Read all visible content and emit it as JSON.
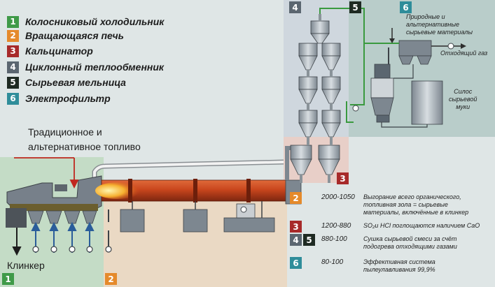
{
  "colors": {
    "green": "#3f9a48",
    "orange": "#e58a2b",
    "red": "#a72a2a",
    "gray": "#5b6670",
    "black": "#1e2a22",
    "teal": "#2f8d9a",
    "kiln": "#c9461d",
    "background": "#dfe6e6"
  },
  "legend": [
    {
      "num": "1",
      "label": "Колосниковый холодильник",
      "color": "#3f9a48"
    },
    {
      "num": "2",
      "label": "Вращающаяся печь",
      "color": "#e58a2b"
    },
    {
      "num": "3",
      "label": "Кальцинатор",
      "color": "#a72a2a"
    },
    {
      "num": "4",
      "label": "Циклонный теплообменник",
      "color": "#5b6670"
    },
    {
      "num": "5",
      "label": "Сырьевая мельница",
      "color": "#1e2a22"
    },
    {
      "num": "6",
      "label": "Электрофильтр",
      "color": "#2f8d9a"
    }
  ],
  "fuel_label_line1": "Традиционное и",
  "fuel_label_line2": "альтернативное топливо",
  "clinker_label": "Клинкер",
  "raw_materials_line1": "Природные и",
  "raw_materials_line2": "альтернативные",
  "raw_materials_line3": "сырьевые материалы",
  "exhaust_label": "Отходящий газ",
  "silo_line1": "Силос",
  "silo_line2": "сырьевой",
  "silo_line3": "муки",
  "zone_badges": {
    "z1": "1",
    "z2": "2",
    "z3": "3",
    "z4": "4",
    "z5": "5",
    "z6": "6"
  },
  "stages": [
    {
      "badges": [
        "2"
      ],
      "temp": "2000-1050",
      "desc_line1": "Выгорание всего органического,",
      "desc_line2": "топливная зола = сырьевые",
      "desc_line3": "материалы, включённые в клинкер"
    },
    {
      "badges": [
        "3"
      ],
      "temp": "1200-880",
      "desc_line1": "SO₂и HCl  поглощаются наличием CaO",
      "desc_line2": "",
      "desc_line3": ""
    },
    {
      "badges": [
        "4",
        "5"
      ],
      "temp": "880-100",
      "desc_line1": "Сушка сырьевой смеси за счёт",
      "desc_line2": "подогрева отходящими газами",
      "desc_line3": ""
    },
    {
      "badges": [
        "6"
      ],
      "temp": "80-100",
      "desc_line1": "Эффективная система",
      "desc_line2": "пылеулавливания 99,9%",
      "desc_line3": ""
    }
  ]
}
